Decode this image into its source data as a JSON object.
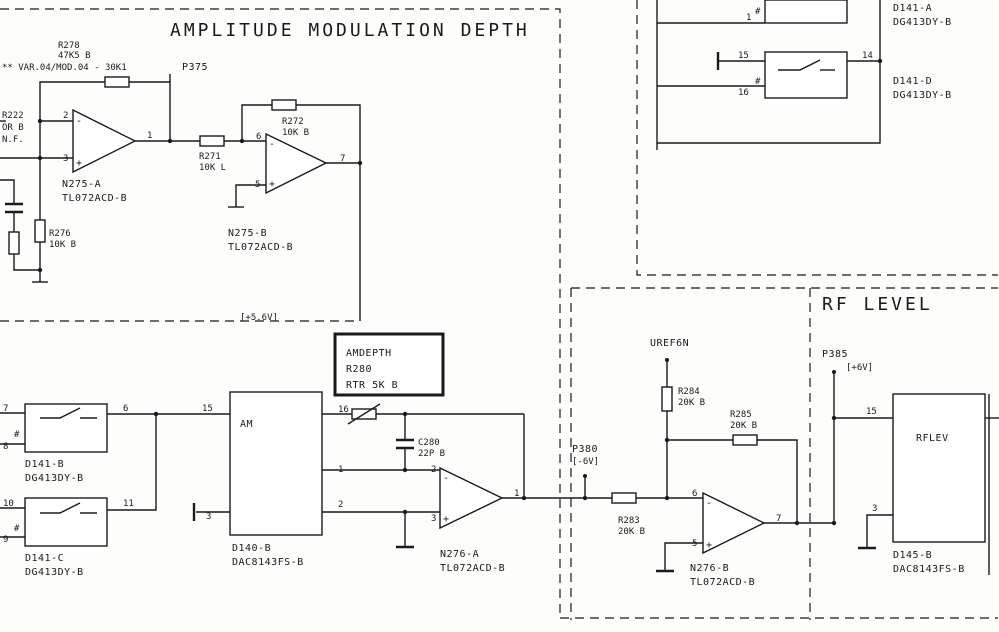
{
  "sections": {
    "am_depth_title": "AMPLITUDE MODULATION DEPTH",
    "rf_level_title": "RF LEVEL"
  },
  "resistors": {
    "r278": {
      "ref": "R278",
      "val": "47K5 B"
    },
    "r222": {
      "ref": "R222",
      "val": "OR B",
      "note": "N.F."
    },
    "r276": {
      "ref": "R276",
      "val": "10K B"
    },
    "r271": {
      "ref": "R271",
      "val": "10K L"
    },
    "r272": {
      "ref": "R272",
      "val": "10K B"
    },
    "r284": {
      "ref": "R284",
      "val": "20K B"
    },
    "r285": {
      "ref": "R285",
      "val": "20K B"
    },
    "r283": {
      "ref": "R283",
      "val": "20K B"
    }
  },
  "notes": {
    "var_note": "** VAR.04/MOD.04 - 30K1",
    "supply_am": "[+5.6V]",
    "p375": "P375",
    "p380": "P380",
    "p380_v": "[-6V]",
    "p385": "P385",
    "p385_v": "[+6V]",
    "uref": "UREF6N"
  },
  "opamps": {
    "n275a": {
      "ref": "N275-A",
      "part": "TL072ACD-B",
      "pin_out": "1",
      "pin_inv": "2",
      "pin_noninv": "3"
    },
    "n275b": {
      "ref": "N275-B",
      "part": "TL072ACD-B",
      "pin_out": "7",
      "pin_inv": "6",
      "pin_noninv": "5"
    },
    "n276a": {
      "ref": "N276-A",
      "part": "TL072ACD-B",
      "pin_out": "1",
      "pin_inv": "2",
      "pin_noninv": "3"
    },
    "n276b": {
      "ref": "N276-B",
      "part": "TL072ACD-B",
      "pin_out": "7",
      "pin_inv": "6",
      "pin_noninv": "5"
    }
  },
  "switches": {
    "d141a": {
      "ref": "D141-A",
      "part": "DG413DY-B",
      "pin_a": "1"
    },
    "d141d": {
      "ref": "D141-D",
      "part": "DG413DY-B",
      "pin_in": "15",
      "pin_sel": "16",
      "pin_out": "14"
    },
    "d141b": {
      "ref": "D141-B",
      "part": "DG413DY-B",
      "pin_in": "7",
      "pin_sel": "8",
      "pin_out": "6"
    },
    "d141c": {
      "ref": "D141-C",
      "part": "DG413DY-B",
      "pin_in": "10",
      "pin_sel": "9",
      "pin_out": "11"
    }
  },
  "dacs": {
    "d140b": {
      "ref": "D140-B",
      "part": "DAC8143FS-B",
      "label": "AM",
      "pin_ref": "15",
      "pin_rfb": "16",
      "pin_out1": "1",
      "pin_out2": "2",
      "pin_gnd": "3"
    },
    "d145b": {
      "ref": "D145-B",
      "part": "DAC8143FS-B",
      "label": "RFLEV",
      "pin_ref": "15",
      "pin_gnd": "3"
    }
  },
  "amdepth_box": {
    "line1": "AMDEPTH",
    "line2": "R280",
    "line3": "RTR 5K B"
  },
  "capacitors": {
    "c280": {
      "ref": "C280",
      "val": "22P B"
    }
  },
  "pin_marks": {
    "neg": "-",
    "pos": "+",
    "hash": "#"
  }
}
